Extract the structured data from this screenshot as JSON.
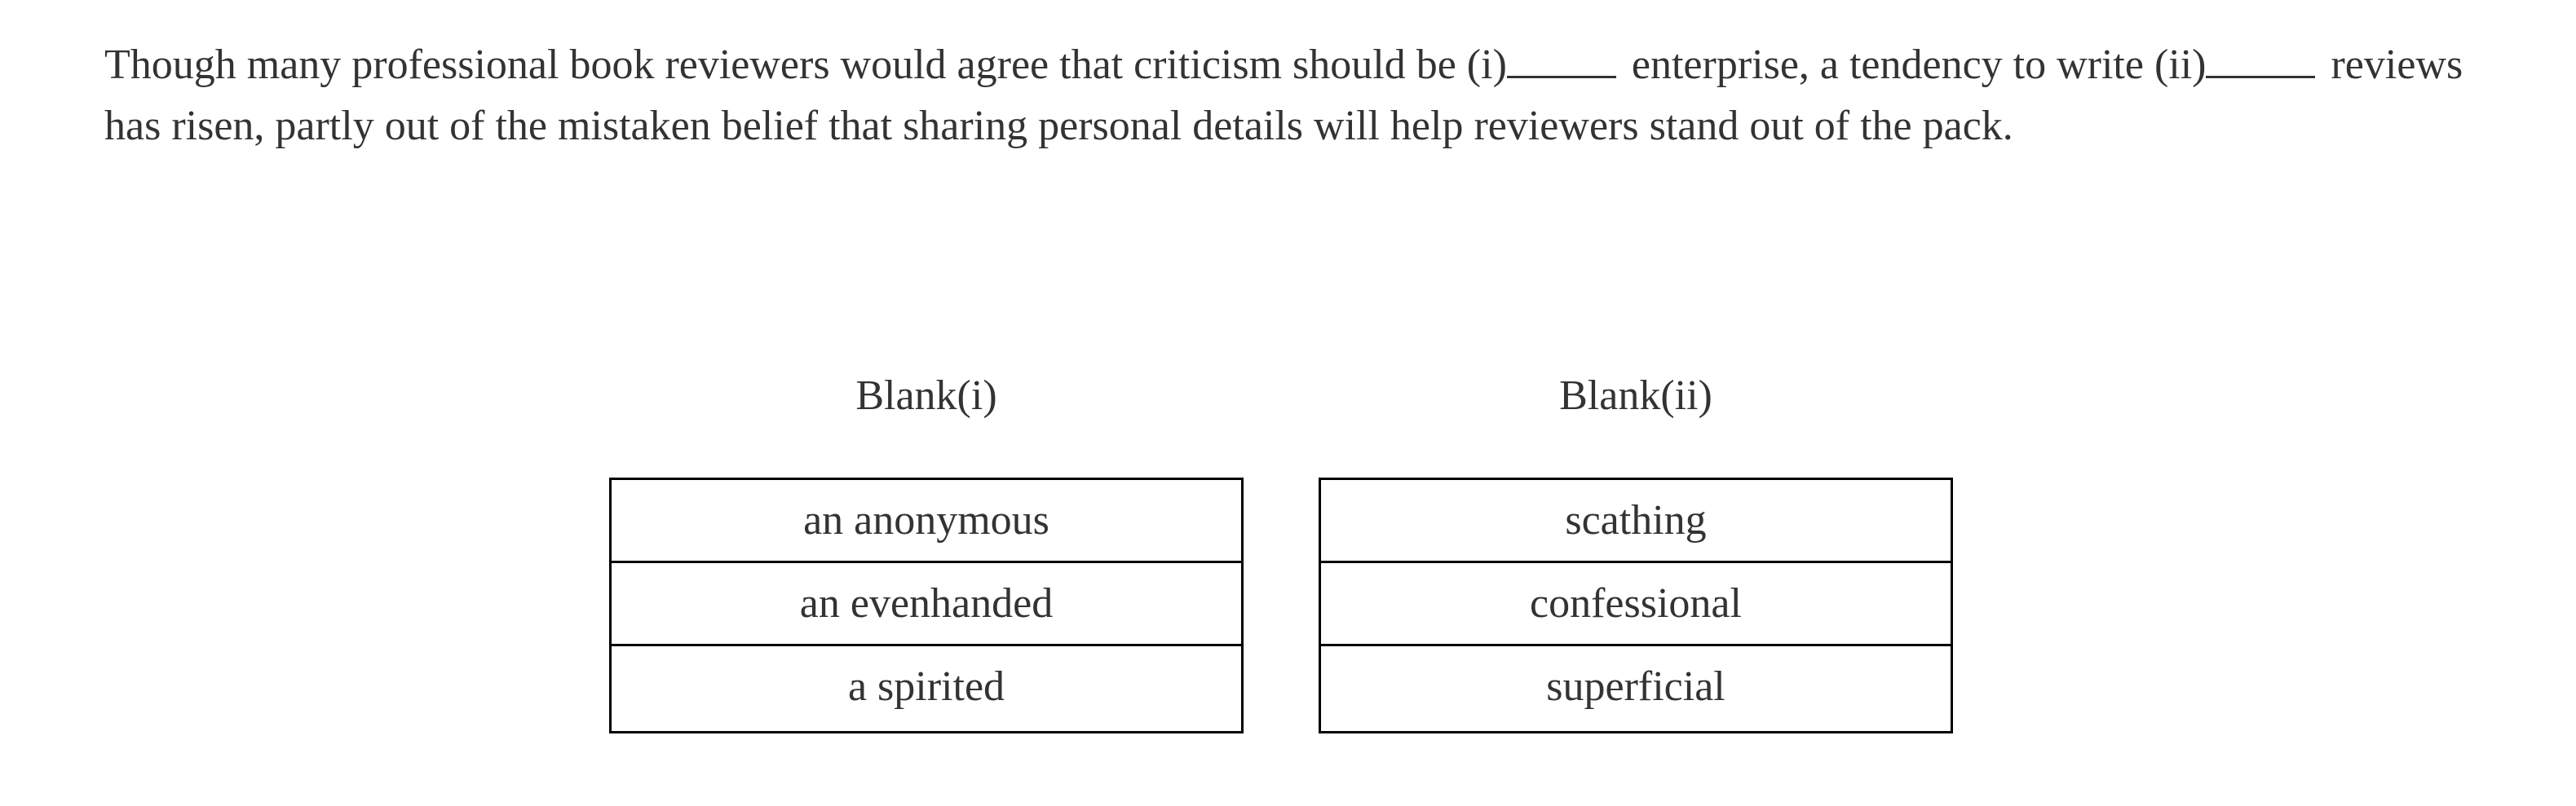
{
  "question": {
    "part1": "Though many professional book reviewers would agree that criticism should be (i)",
    "part2": " enterprise, a tendency to write (ii)",
    "part3": " reviews has risen, partly out of the mistaken belief that sharing personal details will help reviewers stand out of the pack."
  },
  "blanks": [
    {
      "label": "Blank(i)",
      "choices": [
        "an anonymous",
        "an evenhanded",
        "a spirited"
      ]
    },
    {
      "label": "Blank(ii)",
      "choices": [
        "scathing",
        "confessional",
        "superficial"
      ]
    }
  ],
  "colors": {
    "text": "#333333",
    "border": "#000000",
    "background": "#ffffff"
  }
}
